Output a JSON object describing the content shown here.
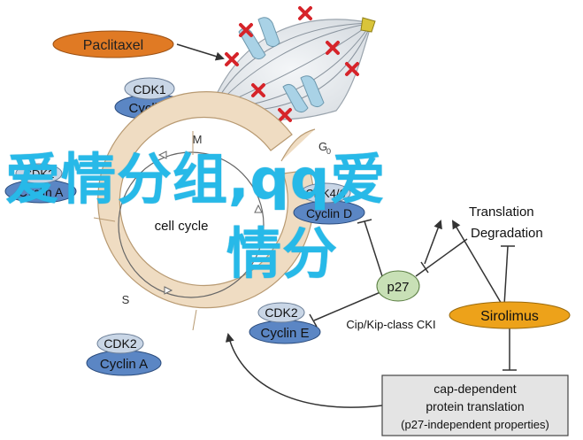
{
  "labels": {
    "paclitaxel": "Paclitaxel",
    "cdk1": "CDK1",
    "cyclin_b": "Cyclin B",
    "cdk4_6": "CDK4/6",
    "cyclin_d": "Cyclin D",
    "cdk2_upper": "CDK2",
    "cyclin_a_upper": "Cyclin A",
    "cdk2_e": "CDK2",
    "cyclin_e": "Cyclin E",
    "cdk2_a": "CDK2",
    "cyclin_a": "Cyclin A",
    "cell_cycle": "cell cycle",
    "phase_m": "M",
    "phase_s": "S",
    "phase_g0": "G",
    "phase_g0_sub": "0",
    "p27": "p27",
    "cki": "Cip/Kip-class CKI",
    "translation": "Translation",
    "degradation": "Degradation",
    "sirolimus": "Sirolimus",
    "box_line1": "cap-dependent",
    "box_line2": "protein translation",
    "box_line3": "(p27-independent properties)"
  },
  "watermark": {
    "line1": "爱情分组,qq爱",
    "line2": "情分"
  },
  "colors": {
    "paclitaxel_fill": "#e07a24",
    "sirolimus_fill": "#eda21a",
    "cdk_fill": "#c9d6e6",
    "cyclin_fill": "#5b86c4",
    "p27_fill": "#c8e0b6",
    "cycle_ring": "#efdcc2",
    "watermark": "#27b9e8",
    "cross": "#d6242a"
  },
  "icons": {
    "mitotic_spindle": "mitotic-spindle-icon",
    "inhibition_cross": "x-cross-icon"
  }
}
